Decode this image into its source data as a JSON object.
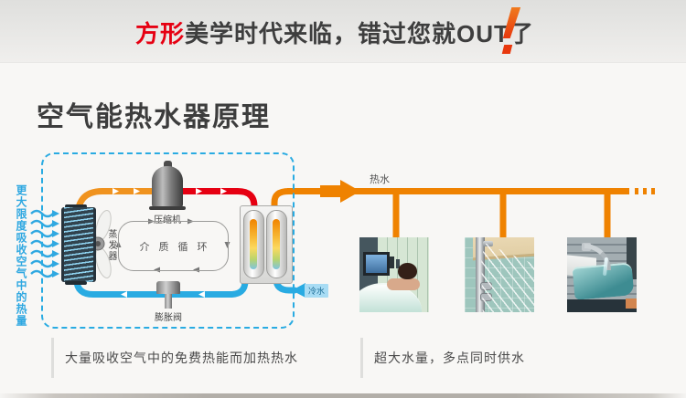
{
  "banner": {
    "highlight": "方形",
    "rest": "美学时代来临，错过您就OUT了",
    "mark": "!"
  },
  "title": "空气能热水器原理",
  "diagram": {
    "side_note": "更大限度吸收空气中的热量",
    "compressor": "压缩机",
    "evaporator": "蒸发器",
    "cycle": "介质循环",
    "valve": "膨胀阀",
    "hot_water": "热水",
    "cold_water": "冷水"
  },
  "photos": [
    {
      "name": "bathtub-scene"
    },
    {
      "name": "shower-scene"
    },
    {
      "name": "faucet-scene"
    }
  ],
  "captions": {
    "left": "大量吸收空气中的免费热能而加热热水",
    "right": "超大水量，多点同时供水"
  },
  "colors": {
    "accent_red": "#e60012",
    "accent_orange": "#ef8200",
    "accent_blue": "#29abe2",
    "text_dark": "#3e3e3e"
  }
}
